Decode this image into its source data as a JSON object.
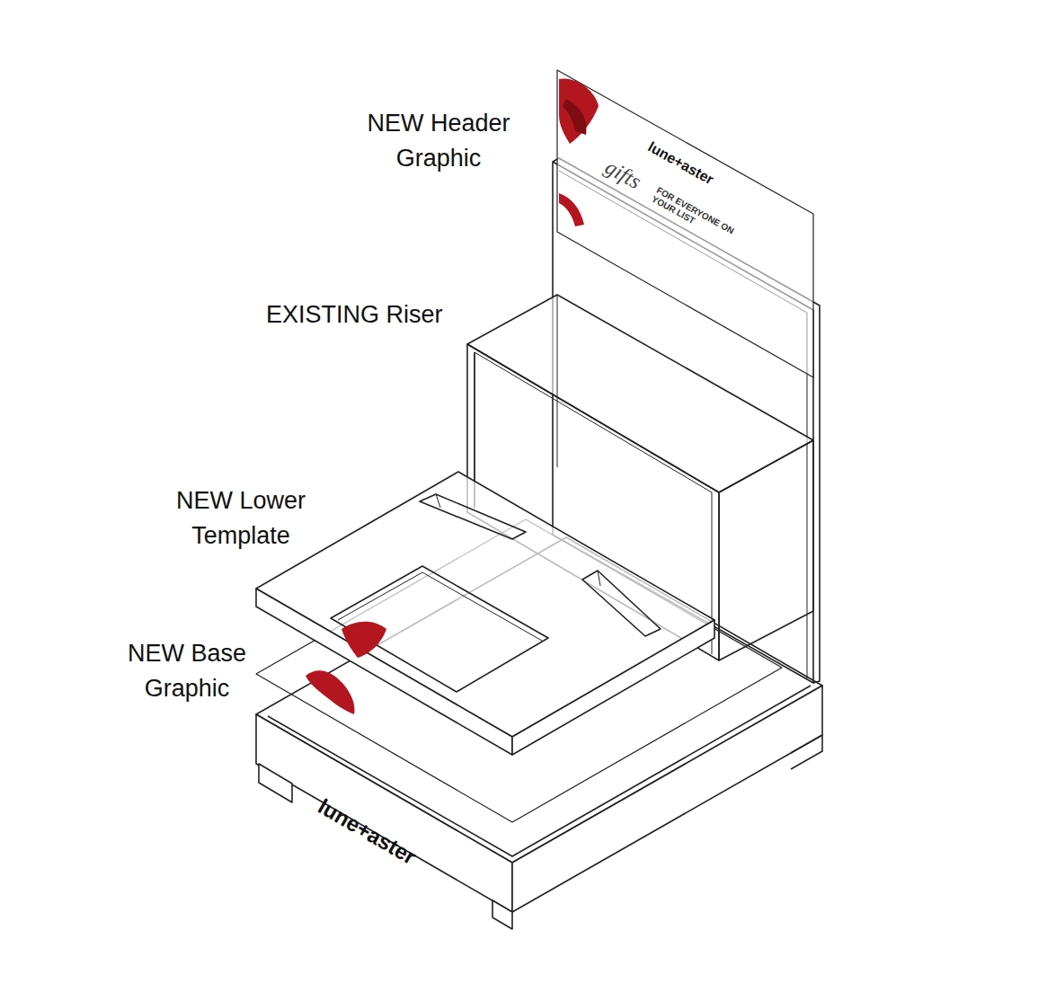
{
  "diagram": {
    "labels": [
      "NEW Header Graphic",
      "EXISTING Riser",
      "NEW Lower Template",
      "NEW Base Graphic",
      "lune+aster",
      "gifts",
      "FOR EVERYONE ON YOUR LIST",
      "lune+aster"
    ]
  }
}
